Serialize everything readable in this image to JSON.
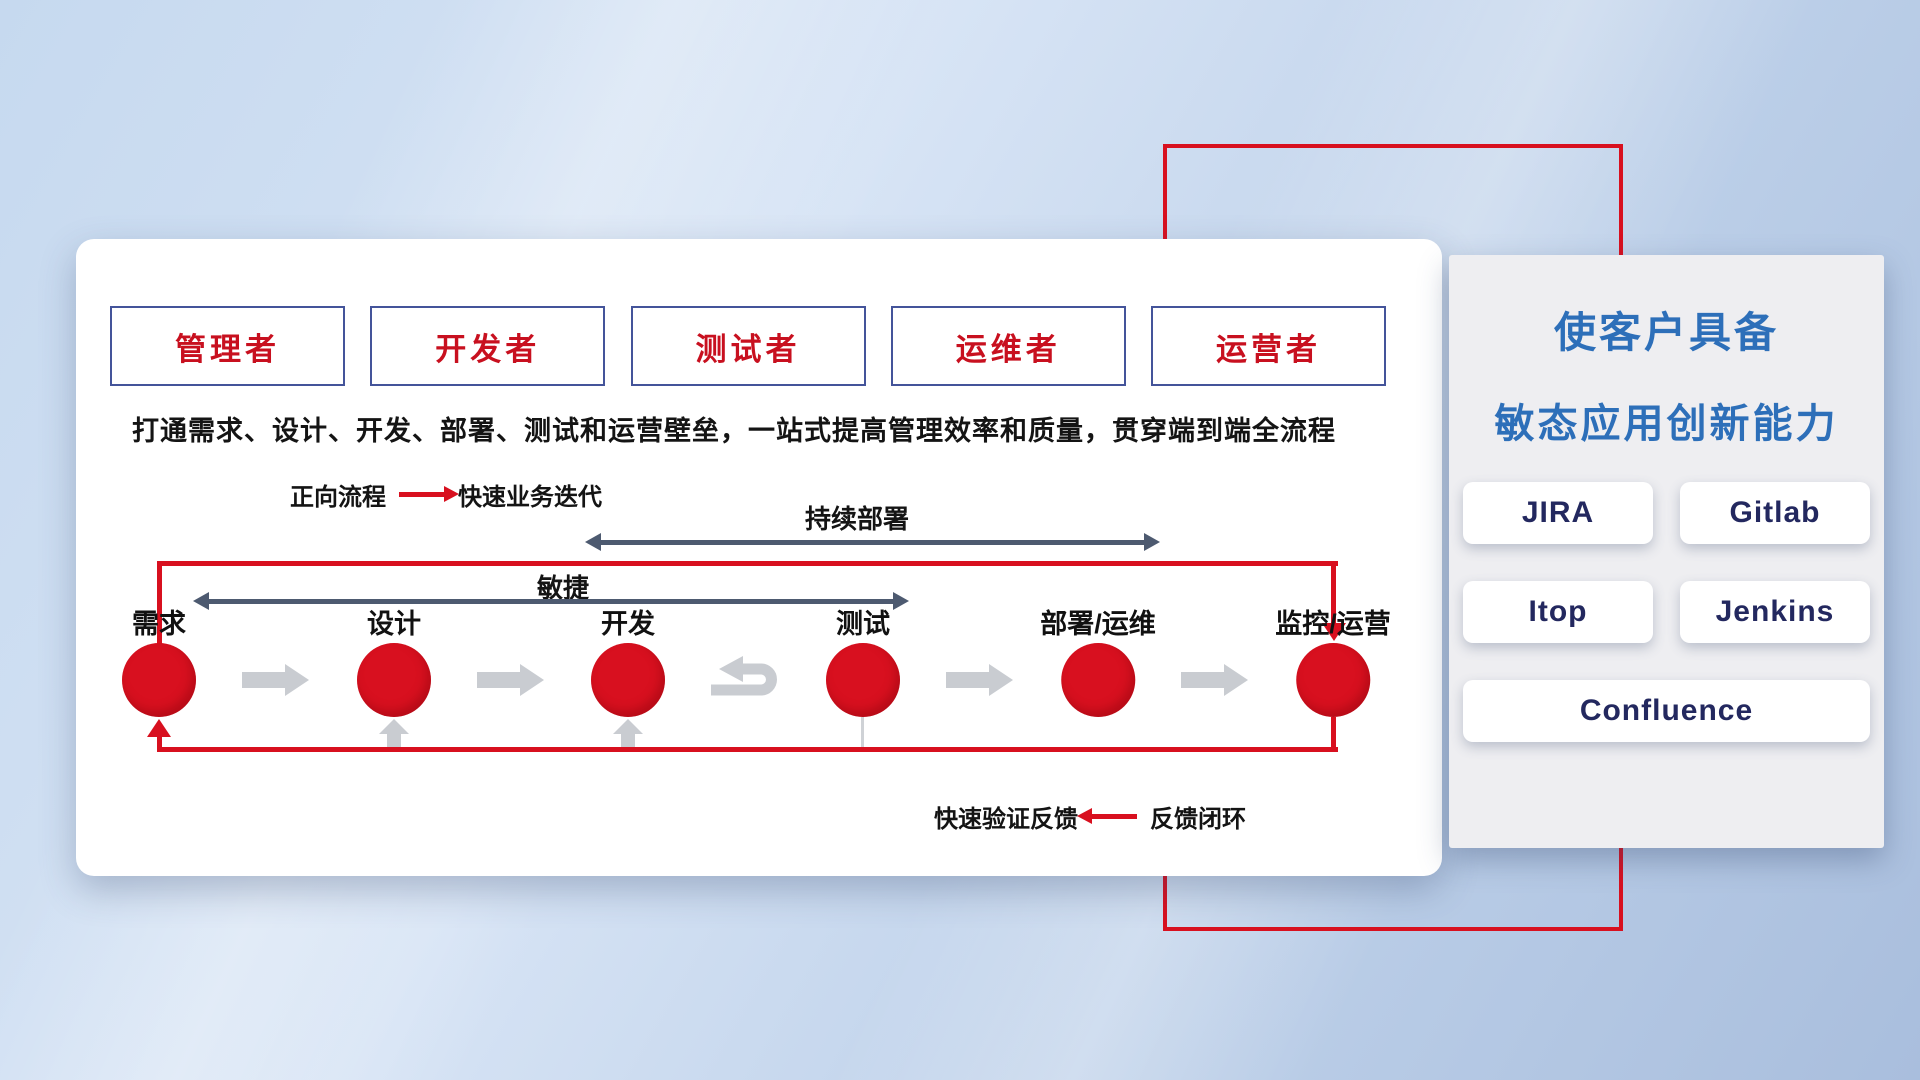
{
  "roles": [
    "管理者",
    "开发者",
    "测试者",
    "运维者",
    "运营者"
  ],
  "flow": {
    "description": "打通需求、设计、开发、部署、测试和运营壁垒，一站式提高管理效率和质量，贯穿端到端全流程",
    "forward_legend": {
      "label": "正向流程",
      "caption": "快速业务迭代"
    },
    "feedback_legend": {
      "caption": "快速验证反馈",
      "label": "反馈闭环"
    },
    "continuous_deploy_label": "持续部署",
    "agile_label": "敏捷",
    "stages": [
      "需求",
      "设计",
      "开发",
      "测试",
      "部署/运维",
      "监控/运营"
    ]
  },
  "panel": {
    "title_line1": "使客户具备",
    "title_line2": "敏态应用创新能力",
    "tools": [
      "JIRA",
      "Gitlab",
      "Itop",
      "Jenkins",
      "Confluence"
    ]
  },
  "colors": {
    "accent_red": "#d8101f",
    "role_text_red": "#c8101f",
    "box_border_navy": "#44549a",
    "title_blue": "#2d6fb9",
    "tool_text_navy": "#23285f",
    "span_arrow_slate": "#4d5a70",
    "flow_arrow_gray": "#c9ccd1"
  }
}
